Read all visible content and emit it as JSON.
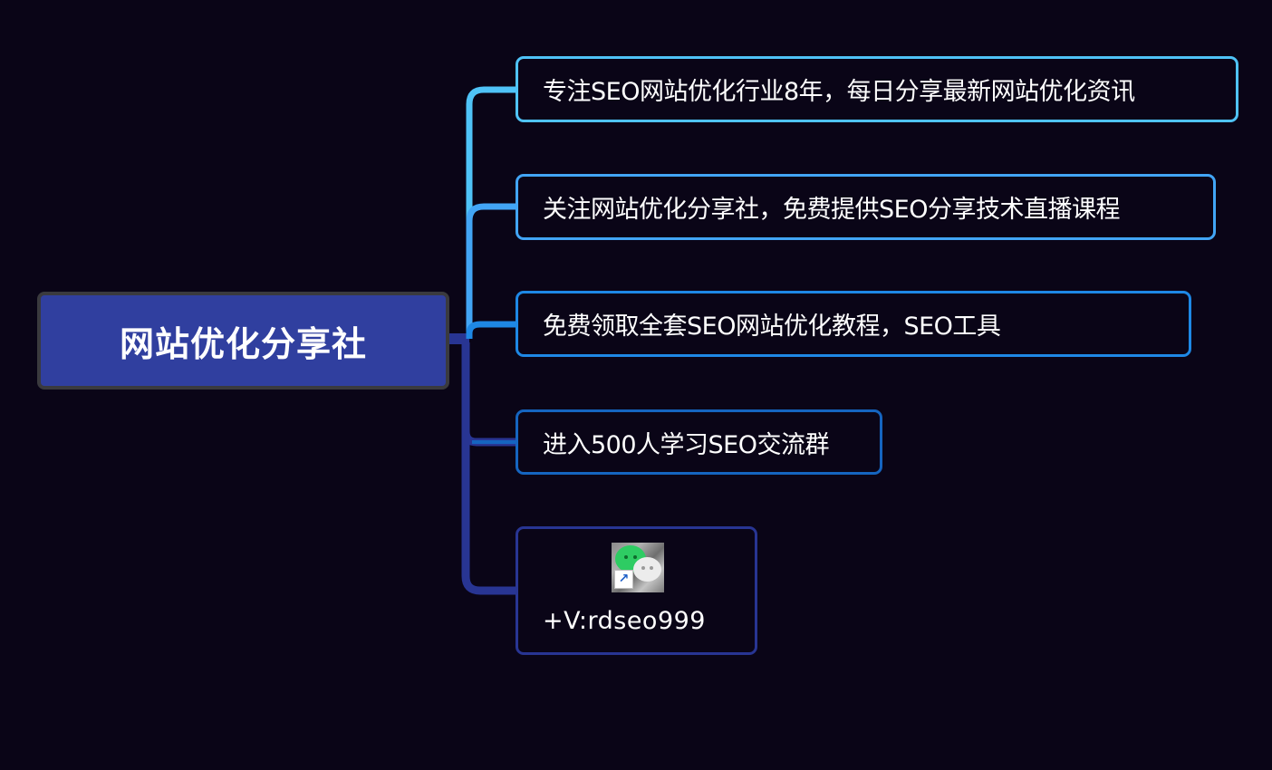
{
  "mindmap": {
    "background_color": "#0a0517",
    "root": {
      "label": "网站优化分享社",
      "fill_color": "#303f9f",
      "border_color": "#3a3a3e"
    },
    "children": [
      {
        "label": "专注SEO网站优化行业8年，每日分享最新网站优化资讯",
        "border_color": "#4fc3f7"
      },
      {
        "label": "关注网站优化分享社，免费提供SEO分享技术直播课程",
        "border_color": "#42a5f5"
      },
      {
        "label": "免费领取全套SEO网站优化教程，SEO工具",
        "border_color": "#1e88e5"
      },
      {
        "label": "进入500人学习SEO交流群",
        "border_color": "#1565c0"
      },
      {
        "label": "+V:rdseo999",
        "icon": "wechat-icon",
        "icon_overlay": "shortcut-arrow-icon",
        "shortcut_glyph": "↗",
        "border_color": "#283593"
      }
    ],
    "connector_colors": [
      "#4fc3f7",
      "#42a5f5",
      "#1e88e5",
      "#1565c0",
      "#283593"
    ]
  }
}
